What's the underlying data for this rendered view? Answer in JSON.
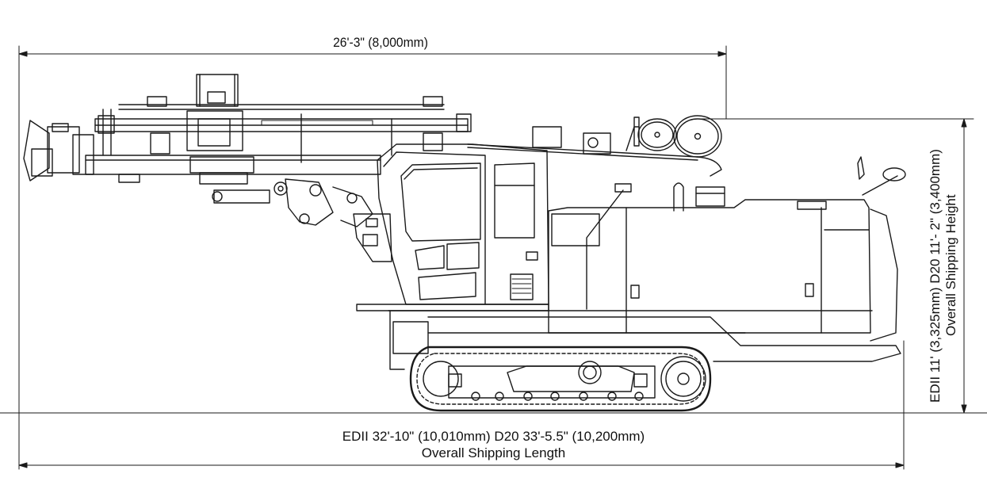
{
  "dimensions": {
    "top_length": "26'-3\" (8,000mm)",
    "overall_length_values": "EDII 32'-10\" (10,010mm)   D20 33'-5.5\" (10,200mm)",
    "overall_length_caption": "Overall Shipping Length",
    "height_values": "EDII 11' (3,325mm)    D20 11'- 2\" (3,400mm)",
    "height_caption": "Overall Shipping Height"
  },
  "colors": {
    "line": "#1a1a1a",
    "background": "#ffffff"
  }
}
